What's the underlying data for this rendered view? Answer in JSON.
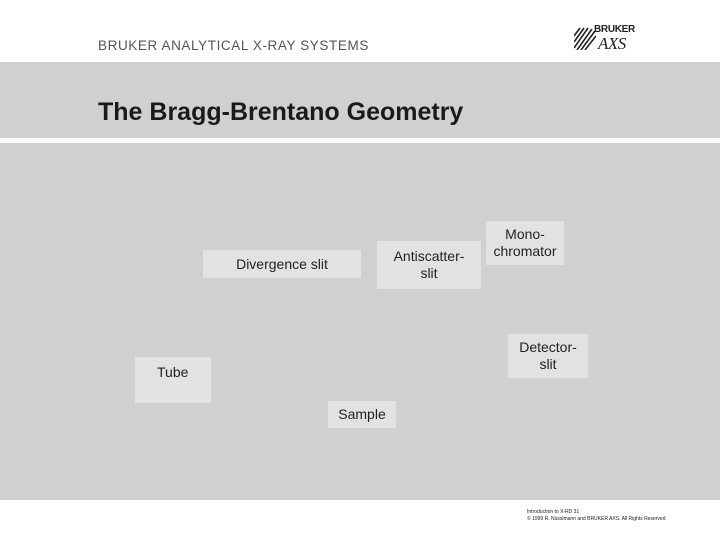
{
  "header": {
    "company": "BRUKER ANALYTICAL X-RAY SYSTEMS",
    "logo_top": "BRUKER",
    "logo_bottom": "AXS"
  },
  "slide": {
    "title": "The Bragg-Brentano Geometry"
  },
  "labels": {
    "divergence_slit": "Divergence slit",
    "antiscatter_line1": "Antiscatter-",
    "antiscatter_line2": "slit",
    "mono_line1": "Mono-",
    "mono_line2": "chromator",
    "detector_line1": "Detector-",
    "detector_line2": "slit",
    "tube": "Tube",
    "sample": "Sample"
  },
  "footer": {
    "line1": "Introduction to X-RD 31",
    "line2": "© 1999 R. Nüsslmann and BRUKER AXS. All Rights Reserved"
  }
}
